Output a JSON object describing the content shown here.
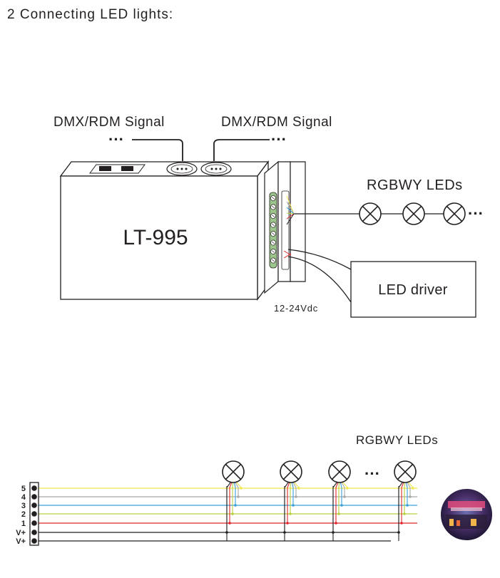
{
  "heading": "2 Connecting LED lights:",
  "top_diagram": {
    "signal_label_left": "DMX/RDM Signal",
    "signal_label_right": "DMX/RDM Signal",
    "ellipsis": "···",
    "device_model": "LT-995",
    "rgbwy_label": "RGBWY LEDs",
    "driver_label": "LED driver",
    "voltage_label": "12-24Vdc"
  },
  "bottom_diagram": {
    "rgbwy_label": "RGBWY LEDs",
    "ellipsis": "···",
    "terminals": [
      {
        "label": "5",
        "wire_color": "#f2e84b"
      },
      {
        "label": "4",
        "wire_color": "#a8a8a8"
      },
      {
        "label": "3",
        "wire_color": "#3aa0d8"
      },
      {
        "label": "2",
        "wire_color": "#b6cf3c"
      },
      {
        "label": "1",
        "wire_color": "#e0262b"
      },
      {
        "label": "V+",
        "wire_color": "#231f20"
      },
      {
        "label": "V+",
        "wire_color": "#231f20"
      }
    ]
  },
  "colors": {
    "line": "#231f20",
    "wire_yellow": "#f2e84b",
    "wire_grey": "#a8a8a8",
    "wire_blue": "#3aa0d8",
    "wire_green": "#b6cf3c",
    "wire_red": "#e0262b",
    "terminal_green": "#9bc58a"
  }
}
